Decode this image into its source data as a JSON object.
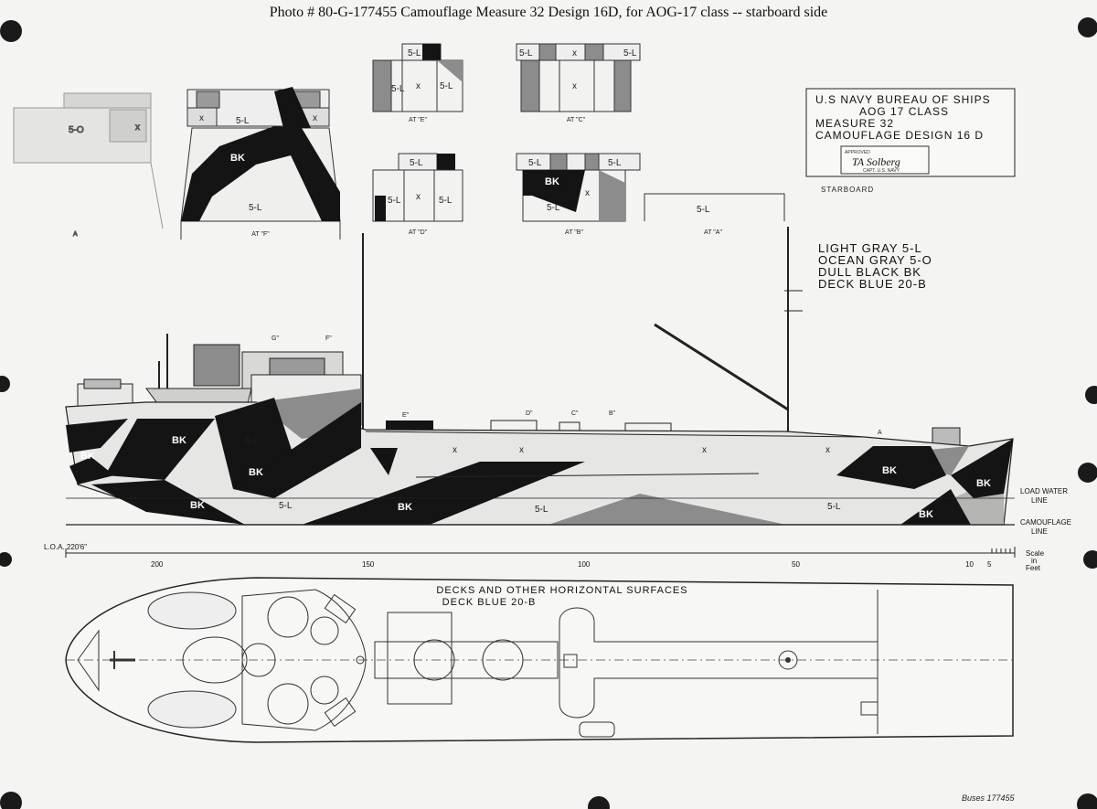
{
  "caption": "Photo #  80-G-177455    Camouflage Measure 32 Design 16D, for AOG-17 class -- starboard side",
  "title_block": {
    "line1": "U.S NAVY   BUREAU OF SHIPS",
    "line2": "AOG 17 CLASS",
    "line3": "MEASURE 32",
    "line4": "CAMOUFLAGE DESIGN 16 D",
    "approved": "APPROVED",
    "signature": "TA Solberg",
    "signer": "CAPT. U.S. NAVY",
    "side": "STARBOARD"
  },
  "legend": [
    {
      "text": "LIGHT  GRAY  5-L"
    },
    {
      "text": "OCEAN  GRAY  5-O"
    },
    {
      "text": "DULL  BLACK   BK"
    },
    {
      "text": "DECK  BLUE   20-B"
    }
  ],
  "sections": {
    "at_e": "AT \"E\"",
    "at_c": "AT \"C\"",
    "at_f": "AT \"F\"",
    "at_d": "AT \"D\"",
    "at_b": "AT \"B\"",
    "at_a": "AT \"A\"",
    "a_left": "A"
  },
  "markers": {
    "g": "G\"",
    "f": "F\"",
    "e": "E\"",
    "d": "D\"",
    "c": "C\"",
    "b": "B\"",
    "a": "A"
  },
  "codes": {
    "light": "5-L",
    "ocean": "5-O",
    "black": "BK",
    "x": "x"
  },
  "lines": {
    "load_water_1": "LOAD WATER",
    "load_water_2": "LINE",
    "camo_1": "CAMOUFLAGE",
    "camo_2": "LINE"
  },
  "scale": {
    "loa": "L.O.A. 220'6\"",
    "ticks": [
      "200",
      "150",
      "100",
      "50",
      "10",
      "5"
    ],
    "label_1": "Scale",
    "label_2": "in",
    "label_3": "Feet"
  },
  "deck": {
    "title": "DECKS  AND  OTHER  HORIZONTAL  SURFACES",
    "subtitle": "DECK  BLUE  20-B"
  },
  "corner_stamp": "Buses 177455",
  "colors": {
    "paper": "#f4f4f2",
    "black": "#141414",
    "ocean": "#8c8c8c",
    "light": "#e6e6e4",
    "ink": "#222222"
  }
}
